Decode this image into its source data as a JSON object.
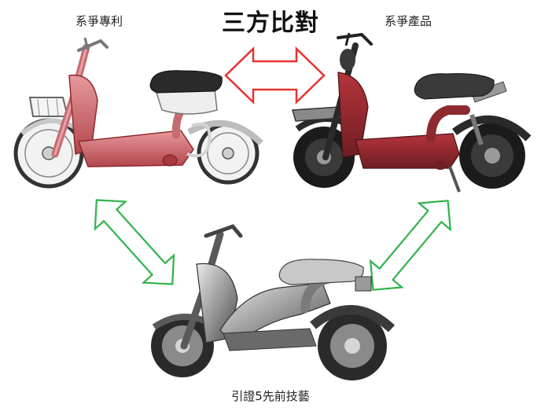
{
  "title": "三方比對",
  "labels": {
    "patent": "系爭專利",
    "product": "系爭產品",
    "prior_art": "引證5先前技藝"
  },
  "colors": {
    "red_arrow": "#e8322e",
    "green_arrow": "#2fb34a",
    "scooter_red": "#c0474e",
    "scooter_dark_red": "#8e2a2f",
    "scooter_gray": "#9a9a9a",
    "seat_black": "#2b2b2b"
  },
  "nodes": [
    {
      "id": "patent",
      "kind": "scooter-illustration",
      "style": "pink"
    },
    {
      "id": "product",
      "kind": "scooter-photo",
      "style": "dark-red"
    },
    {
      "id": "prior_art",
      "kind": "scooter-render",
      "style": "grayscale"
    }
  ],
  "edges": [
    {
      "from": "patent",
      "to": "product",
      "style": "red-double-arrow"
    },
    {
      "from": "patent",
      "to": "prior_art",
      "style": "green-double-arrow"
    },
    {
      "from": "product",
      "to": "prior_art",
      "style": "green-double-arrow"
    }
  ]
}
